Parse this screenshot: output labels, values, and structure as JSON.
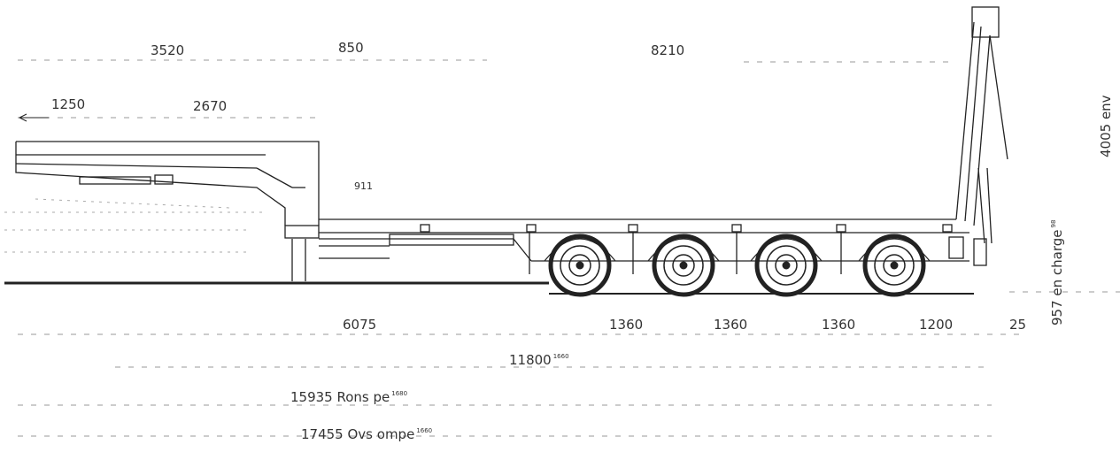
{
  "dimensions": {
    "top": {
      "d1": "3520",
      "d2": "850",
      "d3": "8210"
    },
    "upper_left": {
      "d1": "1250",
      "d2": "2670"
    },
    "deck_height": "911",
    "bottom": {
      "d_front": "6075",
      "a1": "1360",
      "a2": "1360",
      "a3": "1360",
      "a4": "1200",
      "rear": "25"
    },
    "wheelbase": {
      "value": "11800",
      "sup": "1660"
    },
    "length_closed": {
      "value": "15935",
      "label": "Rons pe",
      "sup": "1680"
    },
    "length_open": {
      "value": "17455",
      "label": "Ovs ompe",
      "sup": "1660"
    }
  },
  "vertical": {
    "loaded_height": {
      "value": "957",
      "label": "en charge",
      "sup": "98"
    },
    "height_empty": "4005 env"
  },
  "colors": {
    "line": "#222222",
    "faint": "#9a9a9a",
    "background": "#ffffff"
  }
}
